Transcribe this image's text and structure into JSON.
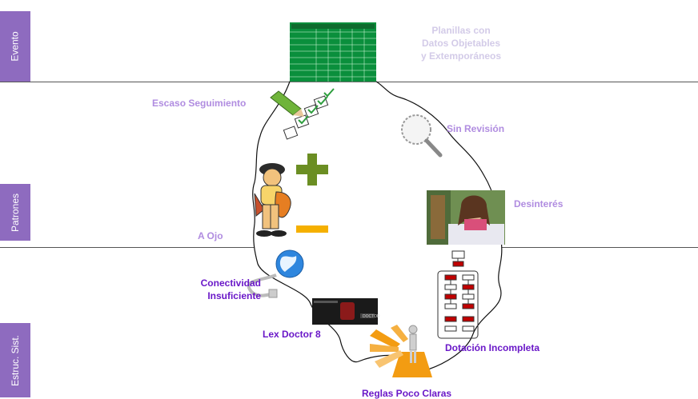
{
  "sections": [
    {
      "label": "Evento"
    },
    {
      "label": "Patrones"
    },
    {
      "label": "Estruc. Sist."
    }
  ],
  "labels": {
    "planillas": [
      "Planillas con",
      "Datos Objetables",
      "y Extemporáneos"
    ],
    "escaso": "Escaso Seguimiento",
    "sin_revision": "Sin Revisión",
    "desinteres": "Desinterés",
    "a_ojo": "A Ojo",
    "conectividad": [
      "Conectividad",
      "Insuficiente"
    ],
    "lex_doctor": "Lex Doctor 8",
    "dotacion": "Dotación Incompleta",
    "reglas": "Reglas Poco Claras"
  },
  "colors": {
    "side_label_bg": "#8E6BBF",
    "label_pale": "#D3CBE8",
    "label_mid": "#B08CE0",
    "label_deep": "#6A18C8",
    "spreadsheet_green": "#0A8F3C",
    "plus_green": "#6B8E23",
    "minus_orange": "#F5B000",
    "flow_red": "#C00000"
  }
}
